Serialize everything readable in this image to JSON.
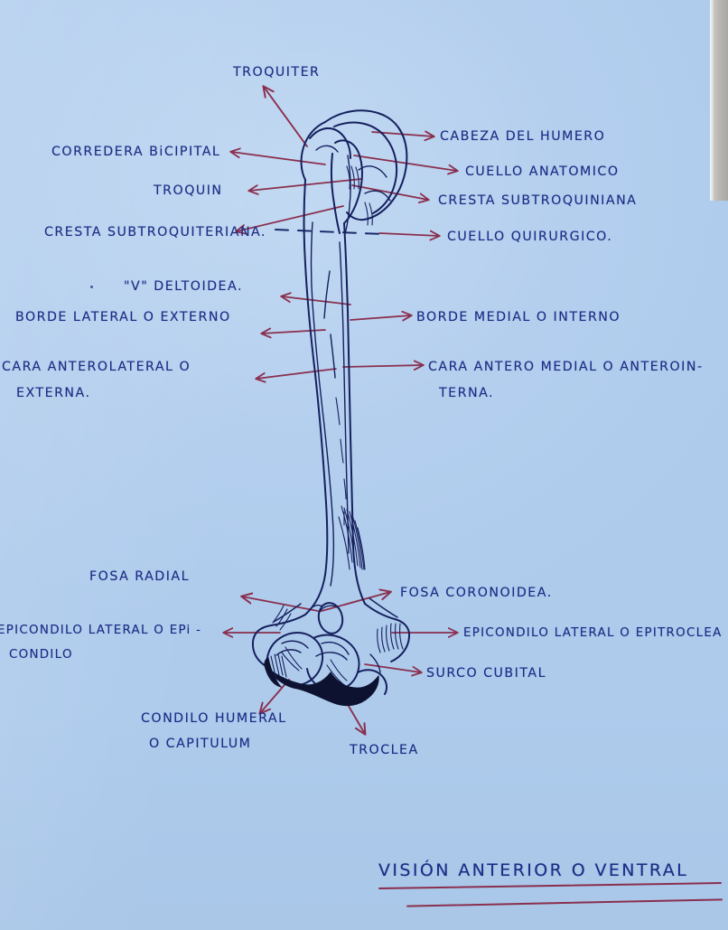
{
  "document": {
    "medium": "hand-drawn notebook page, blue paper",
    "ink_text_color": "#1c2d86",
    "ink_arrow_color": "#8a2f4e",
    "paper_color": "#b4cfee",
    "title": "VISIÓN ANTERIOR O VENTRAL",
    "subject": "Húmero"
  },
  "labels": {
    "troquiter": "TROQUITER",
    "corredera_bicipital": "CORREDERA BiCIPITAL",
    "troquin": "TROQUIN",
    "cresta_subtroquiteriana": "CRESTA SUBTROQUITERIANA.",
    "v_deltoidea": "\"V\" DELTOIDEA.",
    "borde_lateral_externo": "BORDE LATERAL O EXTERNO",
    "cara_anterolateral_1": "CARA ANTEROLATERAL  O",
    "cara_anterolateral_2": "EXTERNA.",
    "fosa_radial": "FOSA  RADIAL",
    "epicondilo_lateral_1": "EPICONDILO LATERAL O EPi -",
    "epicondilo_lateral_2": "CONDILO",
    "condilo_humeral_1": "CONDILO HUMERAL",
    "condilo_humeral_2": "O  CAPITULUM",
    "cabeza_del_humero": "CABEZA DEL HUMERO",
    "cuello_anatomico": "CUELLO ANATOMICO",
    "cresta_subtroquiniana": "CRESTA  SUBTROQUINIANA",
    "cuello_quirurgico": "CUELLO  QUIRURGICO.",
    "borde_medial_interno": "BORDE MEDIAL O INTERNO",
    "cara_anteromedial_1": "CARA  ANTERO MEDIAL O ANTEROIN-",
    "cara_anteromedial_2": "TERNA.",
    "fosa_coronoidea": "FOSA  CORONOIDEA.",
    "epitroclea": "EPICONDILO LATERAL O EPITROCLEA",
    "surco_cubital": "SURCO CUBITAL",
    "troclea": "TROCLEA"
  }
}
